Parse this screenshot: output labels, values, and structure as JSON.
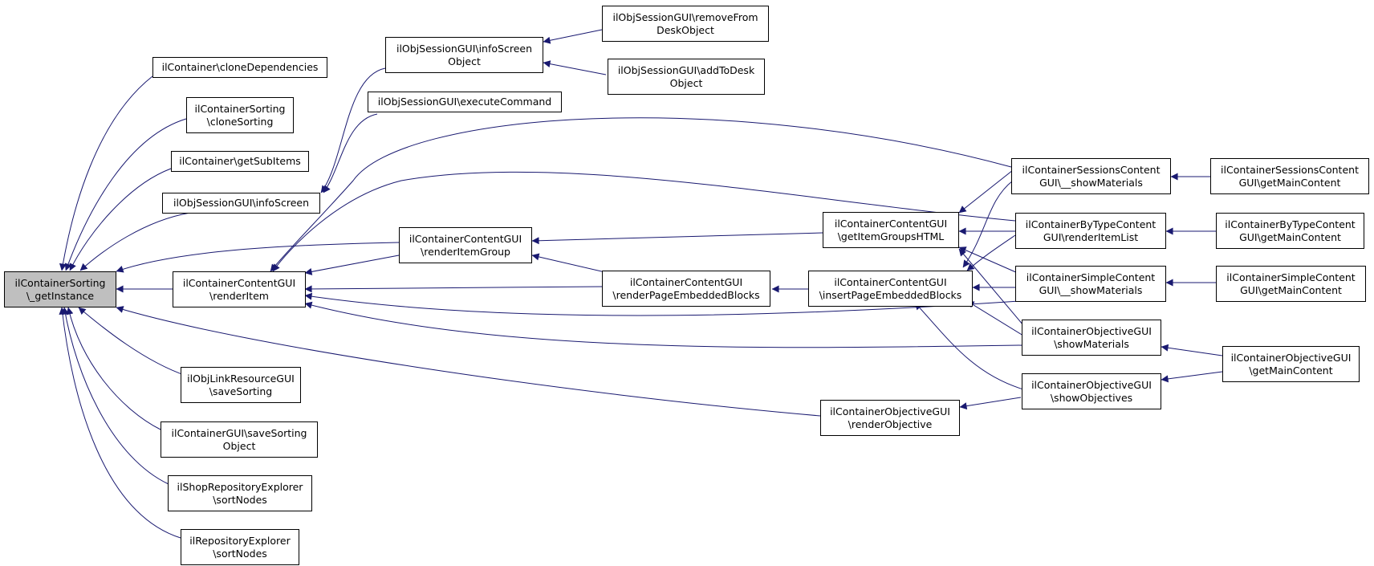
{
  "nodes": {
    "root": [
      "ilContainerSorting",
      "\\_getInstance"
    ],
    "cloneDependencies": [
      "ilContainer\\cloneDependencies"
    ],
    "cloneSorting": [
      "ilContainerSorting",
      "\\cloneSorting"
    ],
    "getSubItems": [
      "ilContainer\\getSubItems"
    ],
    "infoScreen": [
      "ilObjSessionGUI\\infoScreen"
    ],
    "renderItem": [
      "ilContainerContentGUI",
      "\\renderItem"
    ],
    "saveSorting": [
      "ilObjLinkResourceGUI",
      "\\saveSorting"
    ],
    "saveSortingObject": [
      "ilContainerGUI\\saveSorting",
      "Object"
    ],
    "shopSortNodes": [
      "ilShopRepositoryExplorer",
      "\\sortNodes"
    ],
    "repoSortNodes": [
      "ilRepositoryExplorer",
      "\\sortNodes"
    ],
    "infoScreenObject": [
      "ilObjSessionGUI\\infoScreen",
      "Object"
    ],
    "executeCommand": [
      "ilObjSessionGUI\\executeCommand"
    ],
    "removeFromDesk": [
      "ilObjSessionGUI\\removeFrom",
      "DeskObject"
    ],
    "addToDesk": [
      "ilObjSessionGUI\\addToDesk",
      "Object"
    ],
    "renderItemGroup": [
      "ilContainerContentGUI",
      "\\renderItemGroup"
    ],
    "renderPageEmbedded": [
      "ilContainerContentGUI",
      "\\renderPageEmbeddedBlocks"
    ],
    "getItemGroupsHTML": [
      "ilContainerContentGUI",
      "\\getItemGroupsHTML"
    ],
    "insertPageEmbedded": [
      "ilContainerContentGUI",
      "\\insertPageEmbeddedBlocks"
    ],
    "renderObjective": [
      "ilContainerObjectiveGUI",
      "\\renderObjective"
    ],
    "sessionsShowMaterials": [
      "ilContainerSessionsContent",
      "GUI\\__showMaterials"
    ],
    "byTypeRenderItemList": [
      "ilContainerByTypeContent",
      "GUI\\renderItemList"
    ],
    "simpleShowMaterials": [
      "ilContainerSimpleContent",
      "GUI\\__showMaterials"
    ],
    "objectiveShowMaterials": [
      "ilContainerObjectiveGUI",
      "\\showMaterials"
    ],
    "objectiveShowObjectives": [
      "ilContainerObjectiveGUI",
      "\\showObjectives"
    ],
    "sessionsGetMainContent": [
      "ilContainerSessionsContent",
      "GUI\\getMainContent"
    ],
    "byTypeGetMainContent": [
      "ilContainerByTypeContent",
      "GUI\\getMainContent"
    ],
    "simpleGetMainContent": [
      "ilContainerSimpleContent",
      "GUI\\getMainContent"
    ],
    "objectiveGetMainContent": [
      "ilContainerObjectiveGUI",
      "\\getMainContent"
    ]
  },
  "colors": {
    "edge": "#191970",
    "root_fill": "#bfbfbf",
    "node_border": "#000000"
  }
}
